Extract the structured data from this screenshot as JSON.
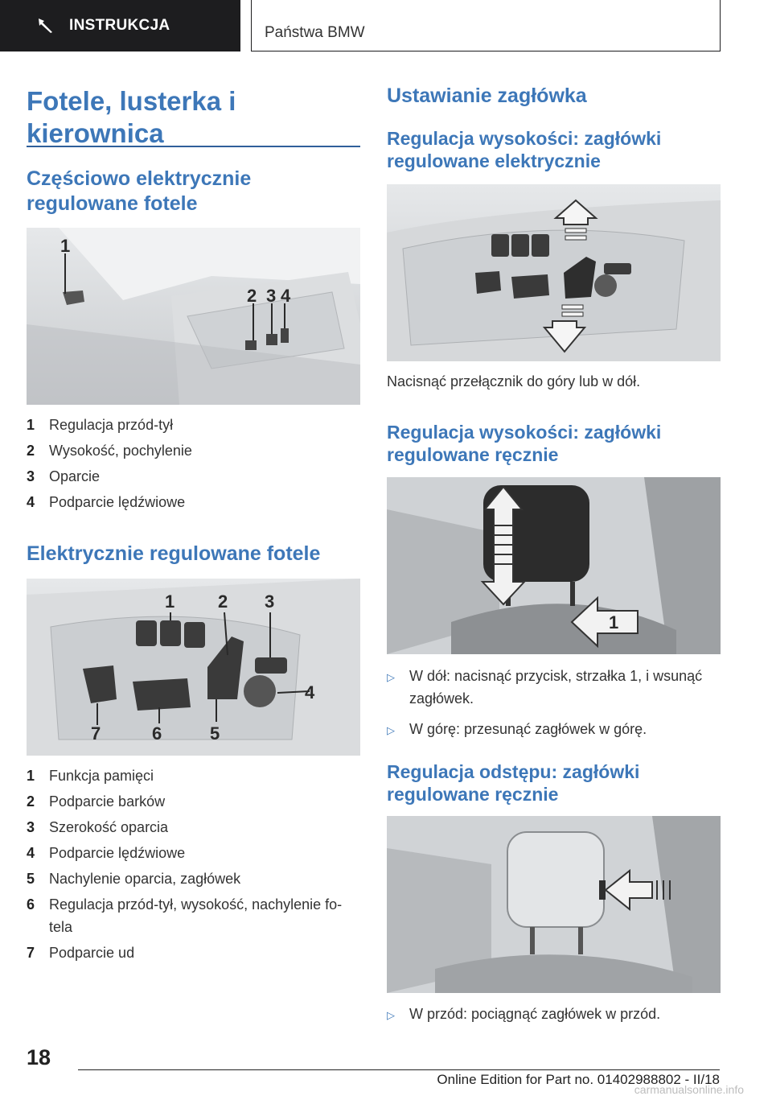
{
  "header": {
    "tab_label": "INSTRUKCJA",
    "section_label": "Państwa BMW",
    "tab_icon": "tool-icon"
  },
  "left": {
    "title": "Fotele, lusterka i kierownica",
    "section1": {
      "heading": "Częściowo elektrycznie regulowane fotele",
      "figure_callouts": [
        "1",
        "2",
        "3",
        "4"
      ],
      "items": [
        {
          "num": "1",
          "text": "Regulacja przód-tył"
        },
        {
          "num": "2",
          "text": "Wysokość, pochylenie"
        },
        {
          "num": "3",
          "text": "Oparcie"
        },
        {
          "num": "4",
          "text": "Podparcie lędźwiowe"
        }
      ]
    },
    "section2": {
      "heading": "Elektrycznie regulowane fotele",
      "figure_callouts": [
        "1",
        "2",
        "3",
        "4",
        "5",
        "6",
        "7"
      ],
      "items": [
        {
          "num": "1",
          "text": "Funkcja pamięci"
        },
        {
          "num": "2",
          "text": "Podparcie barków"
        },
        {
          "num": "3",
          "text": "Szerokość oparcia"
        },
        {
          "num": "4",
          "text": "Podparcie lędźwiowe"
        },
        {
          "num": "5",
          "text": "Nachylenie oparcia, zagłówek"
        },
        {
          "num": "6",
          "text": "Regulacja przód-tył, wysokość, nachylenie fo-tela"
        },
        {
          "num": "7",
          "text": "Podparcie ud"
        }
      ]
    }
  },
  "right": {
    "title": "Ustawianie zagłówka",
    "sub1": {
      "heading": "Regulacja wysokości: zagłówki regulowane elektrycznie",
      "caption": "Nacisnąć przełącznik do góry lub w dół."
    },
    "sub2": {
      "heading": "Regulacja wysokości: zagłówki regulowane ręcznie",
      "figure_callout": "1",
      "bullets": [
        "W dół: nacisnąć przycisk, strzałka 1, i wsunąć zagłówek.",
        "W górę: przesunąć zagłówek w górę."
      ]
    },
    "sub3": {
      "heading": "Regulacja odstępu: zagłówki regulowane ręcznie",
      "bullets": [
        "W przód: pociągnąć zagłówek w przód."
      ]
    }
  },
  "footer": {
    "page_number": "18",
    "edition": "Online Edition for Part no. 01402988802 - II/18",
    "watermark": "carmanualsonline.info"
  },
  "colors": {
    "heading_blue": "#3d77b8",
    "header_dark": "#1d1d1f"
  }
}
